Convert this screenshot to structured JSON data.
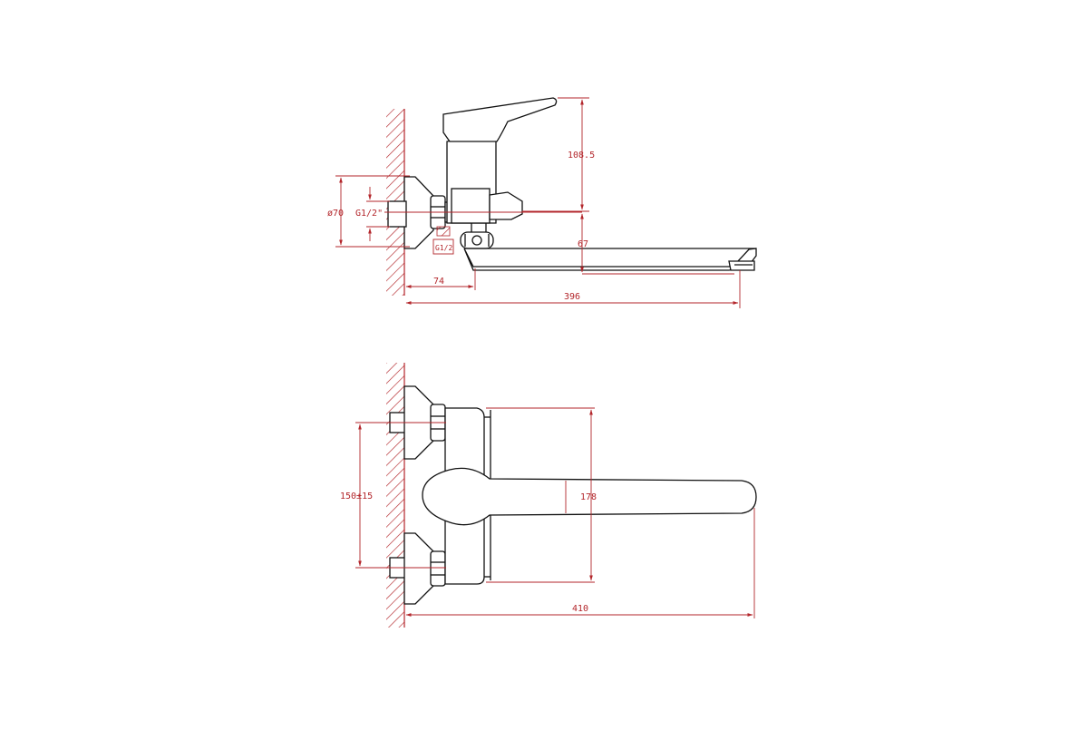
{
  "colors": {
    "dimension": "#b3262b",
    "outline": "#111111",
    "background": "#ffffff"
  },
  "side_view": {
    "dimensions": {
      "handle_height": "108.5",
      "escutcheon_diameter": "ø70",
      "thread_size": "G1/2\"",
      "diverter_thread": "G1/2",
      "spout_height": "67",
      "body_depth": "74",
      "overall_length": "396"
    }
  },
  "top_view": {
    "dimensions": {
      "center_distance": "150±15",
      "body_width": "178",
      "overall_length": "410"
    }
  }
}
